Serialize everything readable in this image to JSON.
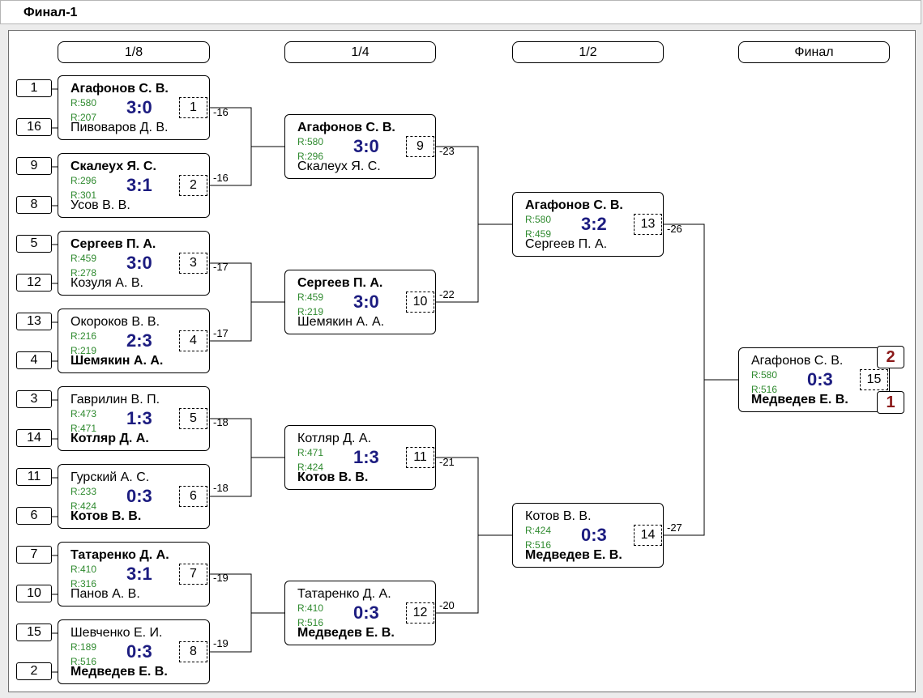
{
  "window": {
    "title": "Финал-1"
  },
  "rounds": [
    "1/8",
    "1/4",
    "1/2",
    "Финал"
  ],
  "matches": [
    {
      "p1": "Агафонов С. В.",
      "p2": "Пивоваров Д. В.",
      "r1": "R:580",
      "r2": "R:207",
      "score": "3:0",
      "num": "1",
      "lbl": "-16",
      "seed1": "1",
      "seed2": "16"
    },
    {
      "p1": "Скалеух Я. С.",
      "p2": "Усов В. В.",
      "r1": "R:296",
      "r2": "R:301",
      "score": "3:1",
      "num": "2",
      "lbl": "-16",
      "seed1": "9",
      "seed2": "8"
    },
    {
      "p1": "Сергеев П. А.",
      "p2": "Козуля А. В.",
      "r1": "R:459",
      "r2": "R:278",
      "score": "3:0",
      "num": "3",
      "lbl": "-17",
      "seed1": "5",
      "seed2": "12"
    },
    {
      "p1": "Окороков В. В.",
      "p2": "Шемякин А. А.",
      "r1": "R:216",
      "r2": "R:219",
      "score": "2:3",
      "num": "4",
      "lbl": "-17",
      "seed1": "13",
      "seed2": "4"
    },
    {
      "p1": "Гаврилин В. П.",
      "p2": "Котляр Д. А.",
      "r1": "R:473",
      "r2": "R:471",
      "score": "1:3",
      "num": "5",
      "lbl": "-18",
      "seed1": "3",
      "seed2": "14"
    },
    {
      "p1": "Гурский А. С.",
      "p2": "Котов В. В.",
      "r1": "R:233",
      "r2": "R:424",
      "score": "0:3",
      "num": "6",
      "lbl": "-18",
      "seed1": "11",
      "seed2": "6"
    },
    {
      "p1": "Татаренко Д. А.",
      "p2": "Панов А. В.",
      "r1": "R:410",
      "r2": "R:316",
      "score": "3:1",
      "num": "7",
      "lbl": "-19",
      "seed1": "7",
      "seed2": "10"
    },
    {
      "p1": "Шевченко Е. И.",
      "p2": "Медведев Е. В.",
      "r1": "R:189",
      "r2": "R:516",
      "score": "0:3",
      "num": "8",
      "lbl": "-19",
      "seed1": "15",
      "seed2": "2"
    },
    {
      "p1": "Агафонов С. В.",
      "p2": "Скалеух Я. С.",
      "r1": "R:580",
      "r2": "R:296",
      "score": "3:0",
      "num": "9",
      "lbl": "-23"
    },
    {
      "p1": "Сергеев П. А.",
      "p2": "Шемякин А. А.",
      "r1": "R:459",
      "r2": "R:219",
      "score": "3:0",
      "num": "10",
      "lbl": "-22"
    },
    {
      "p1": "Котляр Д. А.",
      "p2": "Котов В. В.",
      "r1": "R:471",
      "r2": "R:424",
      "score": "1:3",
      "num": "11",
      "lbl": "-21"
    },
    {
      "p1": "Татаренко Д. А.",
      "p2": "Медведев Е. В.",
      "r1": "R:410",
      "r2": "R:516",
      "score": "0:3",
      "num": "12",
      "lbl": "-20"
    },
    {
      "p1": "Агафонов С. В.",
      "p2": "Сергеев П. А.",
      "r1": "R:580",
      "r2": "R:459",
      "score": "3:2",
      "num": "13",
      "lbl": "-26"
    },
    {
      "p1": "Котов В. В.",
      "p2": "Медведев Е. В.",
      "r1": "R:424",
      "r2": "R:516",
      "score": "0:3",
      "num": "14",
      "lbl": "-27"
    },
    {
      "p1": "Агафонов С. В.",
      "p2": "Медведев Е. В.",
      "r1": "R:580",
      "r2": "R:516",
      "score": "0:3",
      "num": "15",
      "rank1": "2",
      "rank2": "1"
    }
  ]
}
